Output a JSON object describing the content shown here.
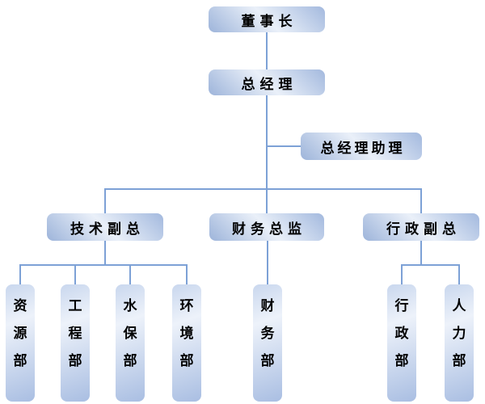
{
  "diagram": {
    "type": "org-chart",
    "language": "zh",
    "colors": {
      "connector_line": "#7da1d6",
      "box_gradient_dark": "#a3b9de",
      "box_gradient_light": "#eef3fa",
      "text": "#000000",
      "background": "#ffffff"
    },
    "nodes": {
      "chairman": {
        "label": "董事长",
        "level": 1
      },
      "general_manager": {
        "label": "总经理",
        "level": 2
      },
      "gm_assistant": {
        "label": "总经理助理",
        "level": 3
      },
      "tech_vp": {
        "label": "技术副总",
        "level": 4
      },
      "finance_director": {
        "label": "财务总监",
        "level": 4
      },
      "admin_vp": {
        "label": "行政副总",
        "level": 4
      },
      "dept_resources": {
        "label": "资源部",
        "level": 5
      },
      "dept_engineering": {
        "label": "工程部",
        "level": 5
      },
      "dept_water_conservation": {
        "label": "水保部",
        "level": 5
      },
      "dept_environment": {
        "label": "环境部",
        "level": 5
      },
      "dept_finance": {
        "label": "财务部",
        "level": 5
      },
      "dept_admin": {
        "label": "行政部",
        "level": 5
      },
      "dept_hr": {
        "label": "人力部",
        "level": 5
      }
    },
    "edges": [
      {
        "from": "chairman",
        "to": "general_manager"
      },
      {
        "from": "general_manager",
        "to": "gm_assistant"
      },
      {
        "from": "general_manager",
        "to": "tech_vp"
      },
      {
        "from": "general_manager",
        "to": "finance_director"
      },
      {
        "from": "general_manager",
        "to": "admin_vp"
      },
      {
        "from": "tech_vp",
        "to": "dept_resources"
      },
      {
        "from": "tech_vp",
        "to": "dept_engineering"
      },
      {
        "from": "tech_vp",
        "to": "dept_water_conservation"
      },
      {
        "from": "tech_vp",
        "to": "dept_environment"
      },
      {
        "from": "finance_director",
        "to": "dept_finance"
      },
      {
        "from": "admin_vp",
        "to": "dept_admin"
      },
      {
        "from": "admin_vp",
        "to": "dept_hr"
      }
    ]
  }
}
